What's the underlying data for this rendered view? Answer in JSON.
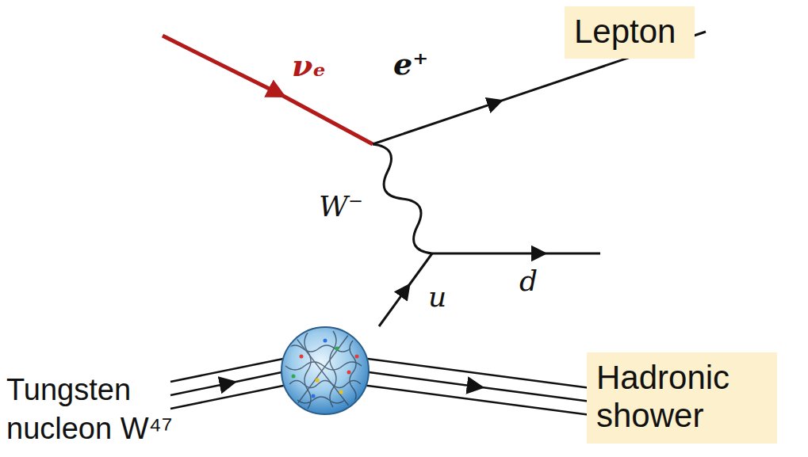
{
  "diagram": {
    "nodes": [
      {
        "text": [
          "Lepton"
        ]
      },
      {
        "text": [
          "Hadronic shower"
        ]
      }
    ],
    "labels": [
      "νₑ",
      "e⁺",
      "W⁻",
      "u",
      "d",
      "Tungsten nucleon W⁴⁷"
    ]
  }
}
